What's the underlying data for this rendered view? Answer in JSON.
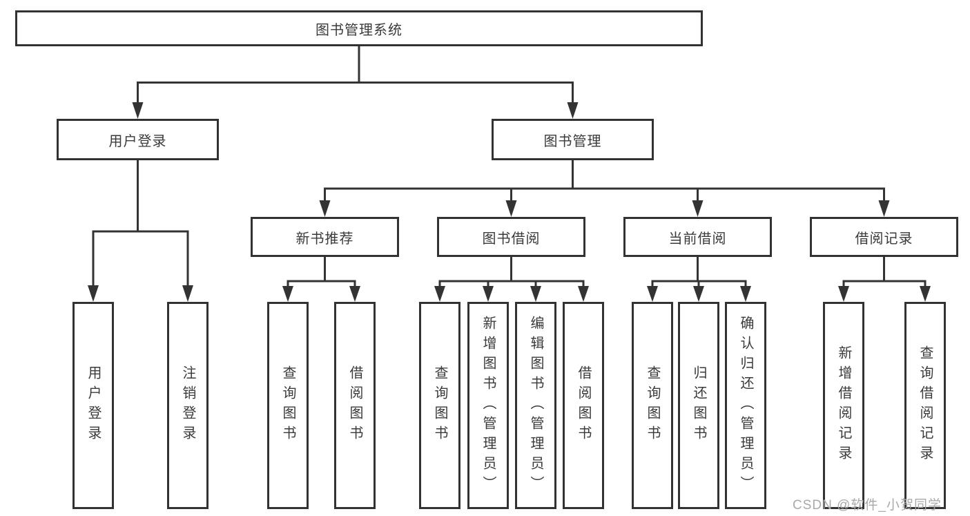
{
  "diagram": {
    "root": {
      "label": "图书管理系统"
    },
    "level2": [
      {
        "label": "用户登录"
      },
      {
        "label": "图书管理"
      }
    ],
    "level3": [
      {
        "label": "新书推荐"
      },
      {
        "label": "图书借阅"
      },
      {
        "label": "当前借阅"
      },
      {
        "label": "借阅记录"
      }
    ],
    "leaves": {
      "user_login": [
        "用户登录",
        "注销登录"
      ],
      "new_book": [
        "查询图书",
        "借阅图书"
      ],
      "borrowing": [
        "查询图书",
        "新增图书（管理员）",
        "编辑图书（管理员）",
        "借阅图书"
      ],
      "current": [
        "查询图书",
        "归还图书",
        "确认归还（管理员）"
      ],
      "records": [
        "新增借阅记录",
        "查询借阅记录"
      ]
    }
  },
  "watermark": "CSDN @软件_小贺同学",
  "colors": {
    "line": "#333333",
    "box_border": "#323232",
    "text": "#3a3a3a",
    "background": "#ffffff",
    "watermark": "#a9a9a9"
  }
}
